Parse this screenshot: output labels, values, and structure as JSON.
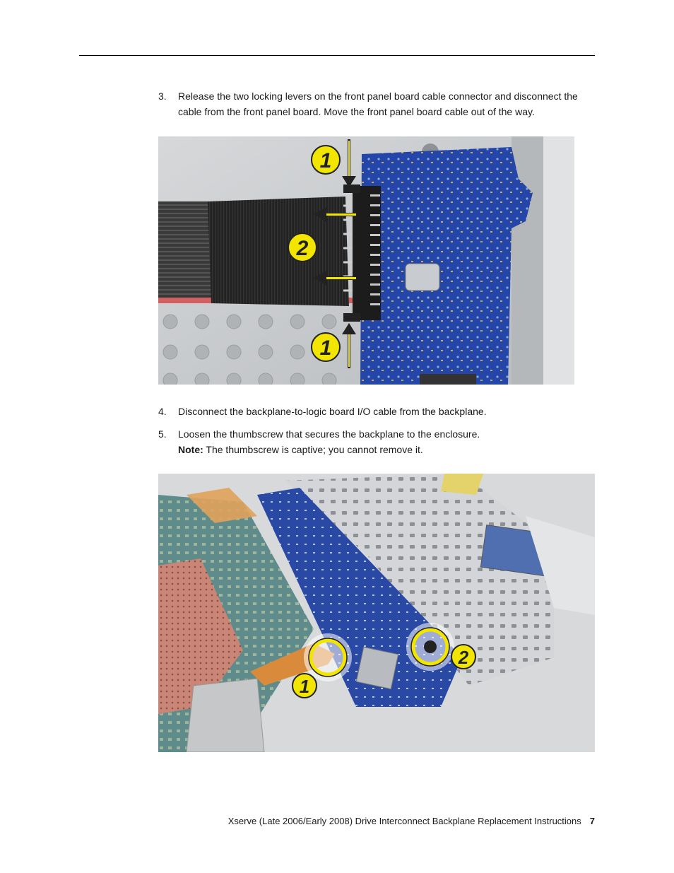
{
  "steps": [
    {
      "number": "3.",
      "text": "Release the two locking levers on the front panel board cable connector and disconnect the cable from the front panel board.  Move the front panel board cable out of the way."
    },
    {
      "number": "4.",
      "text": "Disconnect the backplane-to-logic board I/O cable from the backplane."
    },
    {
      "number": "5.",
      "text": "Loosen the thumbscrew that secures the backplane to the enclosure.",
      "note_label": "Note:",
      "note_text": " The thumbscrew is captive; you cannot remove it."
    }
  ],
  "figure1": {
    "callouts": [
      "1",
      "2",
      "1"
    ]
  },
  "figure2": {
    "callouts": [
      "1",
      "2"
    ]
  },
  "footer": {
    "title": "Xserve (Late 2006/Early 2008) Drive Interconnect Backplane Replacement Instructions",
    "page": "7"
  },
  "colors": {
    "callout_yellow": "#f2e600",
    "board_blue": "#1f3f9e",
    "flex_cable_orange": "#d98a3a"
  }
}
